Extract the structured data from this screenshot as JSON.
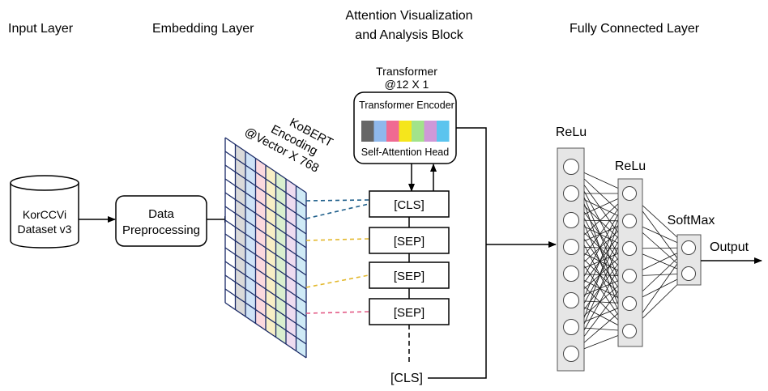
{
  "headers": {
    "input_layer": "Input Layer",
    "embedding_layer": "Embedding Layer",
    "attention_line1": "Attention Visualization",
    "attention_line2": "and Analysis Block",
    "fc_layer": "Fully Connected Layer"
  },
  "dataset": {
    "line1": "KorCCVi",
    "line2": "Dataset v3"
  },
  "preprocessing": {
    "line1": "Data",
    "line2": "Preprocessing"
  },
  "kobert": {
    "line1": "KoBERT",
    "line2": "Encoding",
    "line3": "@Vector X 768"
  },
  "transformer": {
    "title_line1": "Transformer",
    "title_line2": "@12 X 1",
    "encoder_label": "Transformer Encoder",
    "head_label": "Self-Attention Head",
    "head_colors": [
      "#666666",
      "#8fb8ec",
      "#f06a92",
      "#f5e61c",
      "#a2e38a",
      "#cf98d8",
      "#5bc4ee"
    ]
  },
  "tokens": [
    "[CLS]",
    "[SEP]",
    "[SEP]",
    "[SEP]"
  ],
  "bottom_token": "[CLS]",
  "embedding_colors": [
    "#ffffff",
    "#dadada",
    "#cfe3f7",
    "#fbd9de",
    "#f8efc6",
    "#daefcf",
    "#eedcf0",
    "#cfeaf6"
  ],
  "link_colors": {
    "cls": "#1f5f8b",
    "sep_yellow": "#e3b82c",
    "sep_pink": "#e35b86"
  },
  "network": {
    "layer1_label": "ReLu",
    "layer2_label": "ReLu",
    "layer3_label": "SoftMax",
    "output_label": "Output",
    "layer1_nodes": 8,
    "layer2_nodes": 6,
    "layer3_nodes": 2
  }
}
